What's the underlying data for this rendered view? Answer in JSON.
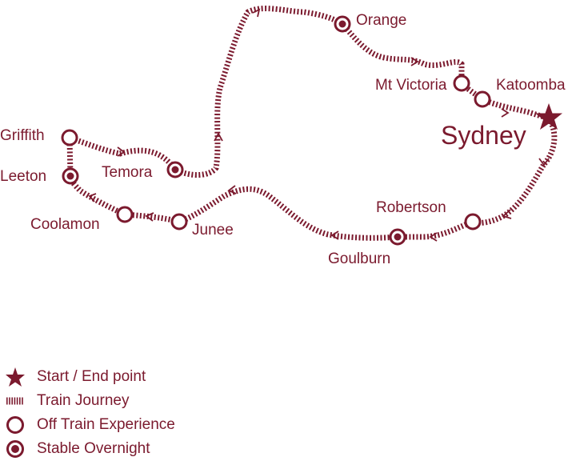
{
  "colors": {
    "primary": "#7b1a2e"
  },
  "start": {
    "label": "Sydney",
    "icon": "star-icon"
  },
  "stops": [
    {
      "label": "Orange",
      "type": "stable-overnight"
    },
    {
      "label": "Mt Victoria",
      "type": "off-train-experience"
    },
    {
      "label": "Katoomba",
      "type": "off-train-experience"
    },
    {
      "label": "Robertson",
      "type": "off-train-experience"
    },
    {
      "label": "Goulburn",
      "type": "stable-overnight"
    },
    {
      "label": "Junee",
      "type": "off-train-experience"
    },
    {
      "label": "Coolamon",
      "type": "off-train-experience"
    },
    {
      "label": "Leeton",
      "type": "stable-overnight"
    },
    {
      "label": "Griffith",
      "type": "off-train-experience"
    },
    {
      "label": "Temora",
      "type": "stable-overnight"
    }
  ],
  "legend": [
    {
      "label": "Start / End point",
      "icon": "star-icon"
    },
    {
      "label": "Train Journey",
      "icon": "train-track-icon"
    },
    {
      "label": "Off Train Experience",
      "icon": "ring-icon"
    },
    {
      "label": "Stable Overnight",
      "icon": "ring-dot-icon"
    }
  ]
}
